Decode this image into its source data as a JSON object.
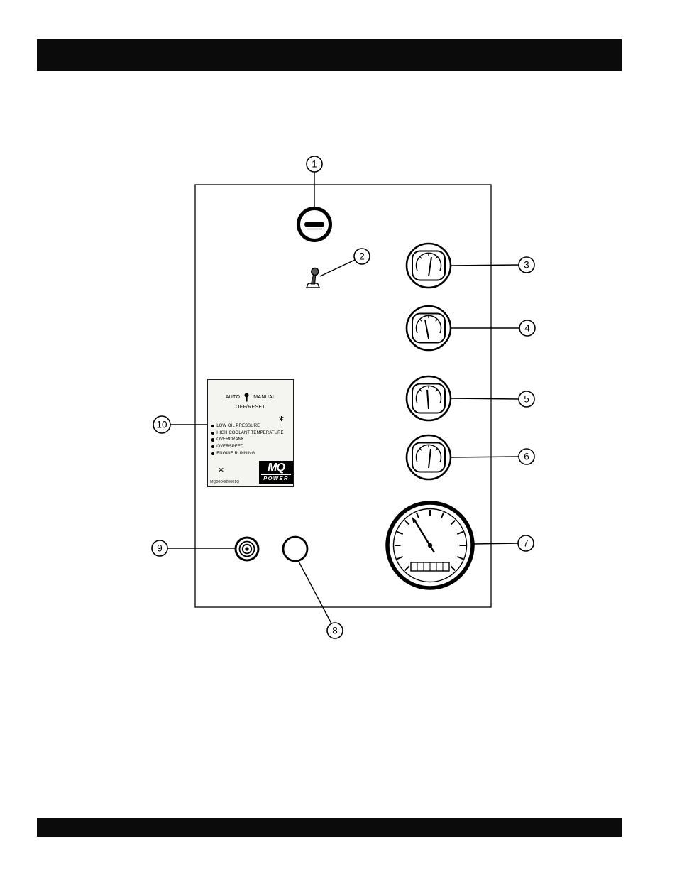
{
  "document": {
    "header_bar_text": "",
    "footer_bar_text": ""
  },
  "callouts": [
    "1",
    "2",
    "3",
    "4",
    "5",
    "6",
    "7",
    "8",
    "9",
    "10"
  ],
  "plate": {
    "auto": "AUTO",
    "manual": "MANUAL",
    "off_reset": "OFF/RESET",
    "indicators": [
      "LOW OIL PRESSURE",
      "HIGH COOLANT TEMPERATURE",
      "OVERCRANK",
      "OVERSPEED",
      "ENGINE RUNNING"
    ],
    "logo_top": "MQ",
    "logo_bottom": "POWER",
    "part_number": "MQ00DG20001Q"
  },
  "colors": {
    "ink": "#000000",
    "bar": "#0b0b0b",
    "plate_bg": "#f4f4f1"
  }
}
